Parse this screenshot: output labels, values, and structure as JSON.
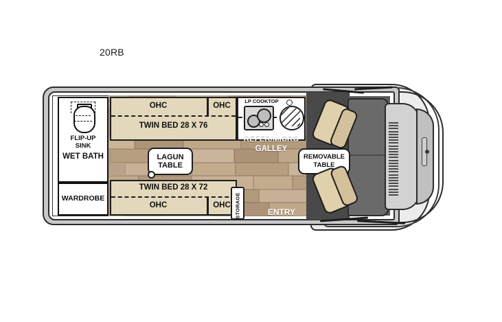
{
  "title": "20RB",
  "floorplan": {
    "rooms": {
      "wet_bath": "WET BATH",
      "flip_up_sink": "FLIP-UP\nSINK",
      "flip_up_sink_line1": "FLIP-UP",
      "flip_up_sink_line2": "SINK",
      "wardrobe": "WARDROBE"
    },
    "beds": {
      "bed_top": "TWIN BED 28 X 76",
      "bed_bottom": "TWIN BED 28 X 72"
    },
    "overhead_cabinets": {
      "top_left": "OHC",
      "top_right": "OHC",
      "bottom_left": "OHC",
      "bottom_right": "OHC"
    },
    "galley": {
      "lp_cooktop": "LP COOKTOP",
      "label_line1": "REFER/MICRO",
      "label_line2": "GALLEY"
    },
    "storage": "STORAGE",
    "lagun_table": {
      "line1": "LAGUN",
      "line2": "TABLE"
    },
    "removable_table": {
      "line1": "REMOVABLE",
      "line2": "TABLE"
    },
    "entry": "ENTRY"
  },
  "colors": {
    "cabinet_tan": "#e3d8bb",
    "wood_floor": "#b8a288",
    "cab_floor_dark": "#494949",
    "seat_tan": "#e0d0ab",
    "body_shell_gray": "#c8c8c8",
    "outline": "#1d1d1d",
    "white_text": "#ffffff"
  },
  "icons": {
    "toilet": "toilet-icon",
    "stove": "stove-burner-icon",
    "sink": "sink-basin-icon",
    "faucet": "faucet-icon",
    "seat": "captains-chair-icon",
    "wiper": "windshield-wiper-icon"
  }
}
